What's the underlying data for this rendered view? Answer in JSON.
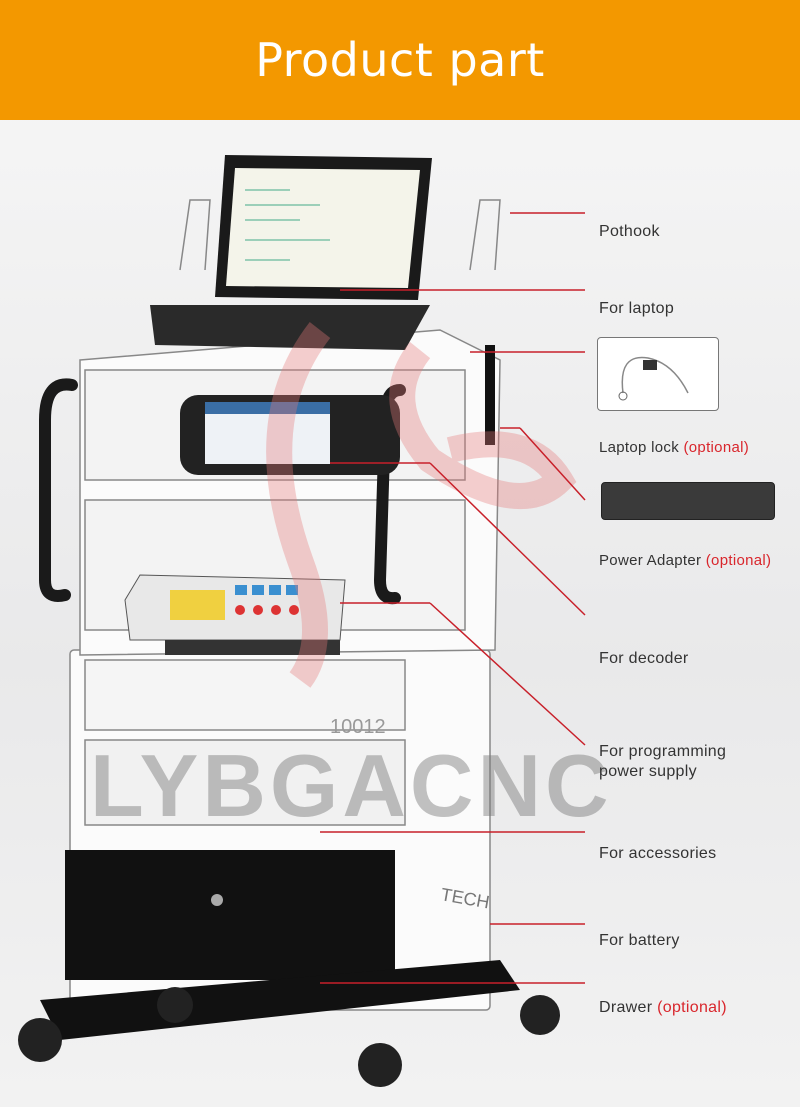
{
  "header": {
    "title": "Product part"
  },
  "cart": {
    "model_number": "10012",
    "side_text": "TECH"
  },
  "watermark": "LYBGACNC",
  "labels": [
    {
      "text": "Pothook",
      "optional": ""
    },
    {
      "text": "For laptop",
      "optional": ""
    },
    {
      "text": "Laptop lock",
      "optional": "(optional)"
    },
    {
      "text": "Power Adapter",
      "optional": "(optional)"
    },
    {
      "text": "For decoder",
      "optional": ""
    },
    {
      "text": "For programming",
      "text2": "power supply",
      "optional": ""
    },
    {
      "text": "For accessories",
      "optional": ""
    },
    {
      "text": "For battery",
      "optional": ""
    },
    {
      "text": "Drawer",
      "optional": "(optional)"
    }
  ],
  "colors": {
    "header": "#f39800",
    "accent_red": "#d9262c",
    "leader_line": "#c8202a"
  }
}
